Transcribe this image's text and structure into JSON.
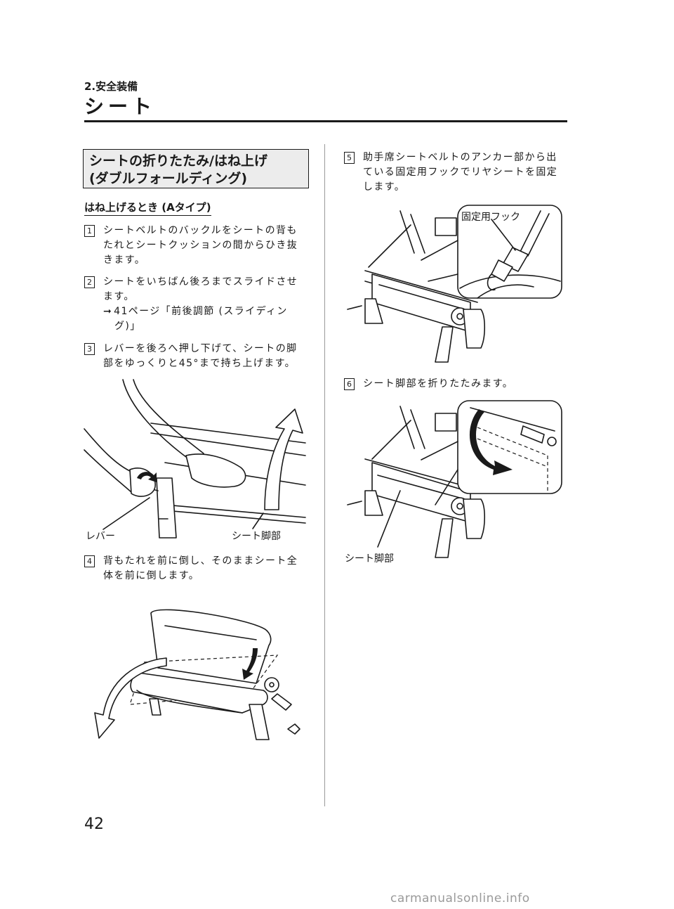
{
  "header": {
    "chapter": "2.安全装備",
    "section_title": "シート"
  },
  "topic": {
    "title_line1": "シートの折りたたみ/はね上げ",
    "title_line2": "(ダブルフォールディング)"
  },
  "subheading": "はね上げるとき (Aタイプ)",
  "steps": [
    {
      "num": "1",
      "lines": [
        "シートベルトのバックルをシートの背も",
        "たれとシートクッションの間からひき抜",
        "きます。"
      ]
    },
    {
      "num": "2",
      "lines": [
        "シートをいちばん後ろまでスライドさせ",
        "ます。"
      ],
      "ref_line1": "41ページ「前後調節 (スライディン",
      "ref_line2": "グ)」",
      "ref_arrow": "➞"
    },
    {
      "num": "3",
      "lines": [
        "レバーを後ろへ押し下げて、シートの脚",
        "部をゆっくりと45°まで持ち上げます。"
      ]
    },
    {
      "num": "4",
      "lines": [
        "背もたれを前に倒し、そのままシート全",
        "体を前に倒します。"
      ]
    },
    {
      "num": "5",
      "lines": [
        "助手席シートベルトのアンカー部から出",
        "ている固定用フックでリヤシートを固定",
        "します。"
      ]
    },
    {
      "num": "6",
      "lines": [
        "シート脚部を折りたたみます。"
      ]
    }
  ],
  "figures": {
    "fig3": {
      "label_lever": "レバー",
      "label_leg": "シート脚部"
    },
    "fig5": {
      "label_hook": "固定用フック"
    },
    "fig6": {
      "label_leg": "シート脚部"
    }
  },
  "footer": {
    "page_number": "42",
    "watermark": "carmanualsonline.info"
  }
}
